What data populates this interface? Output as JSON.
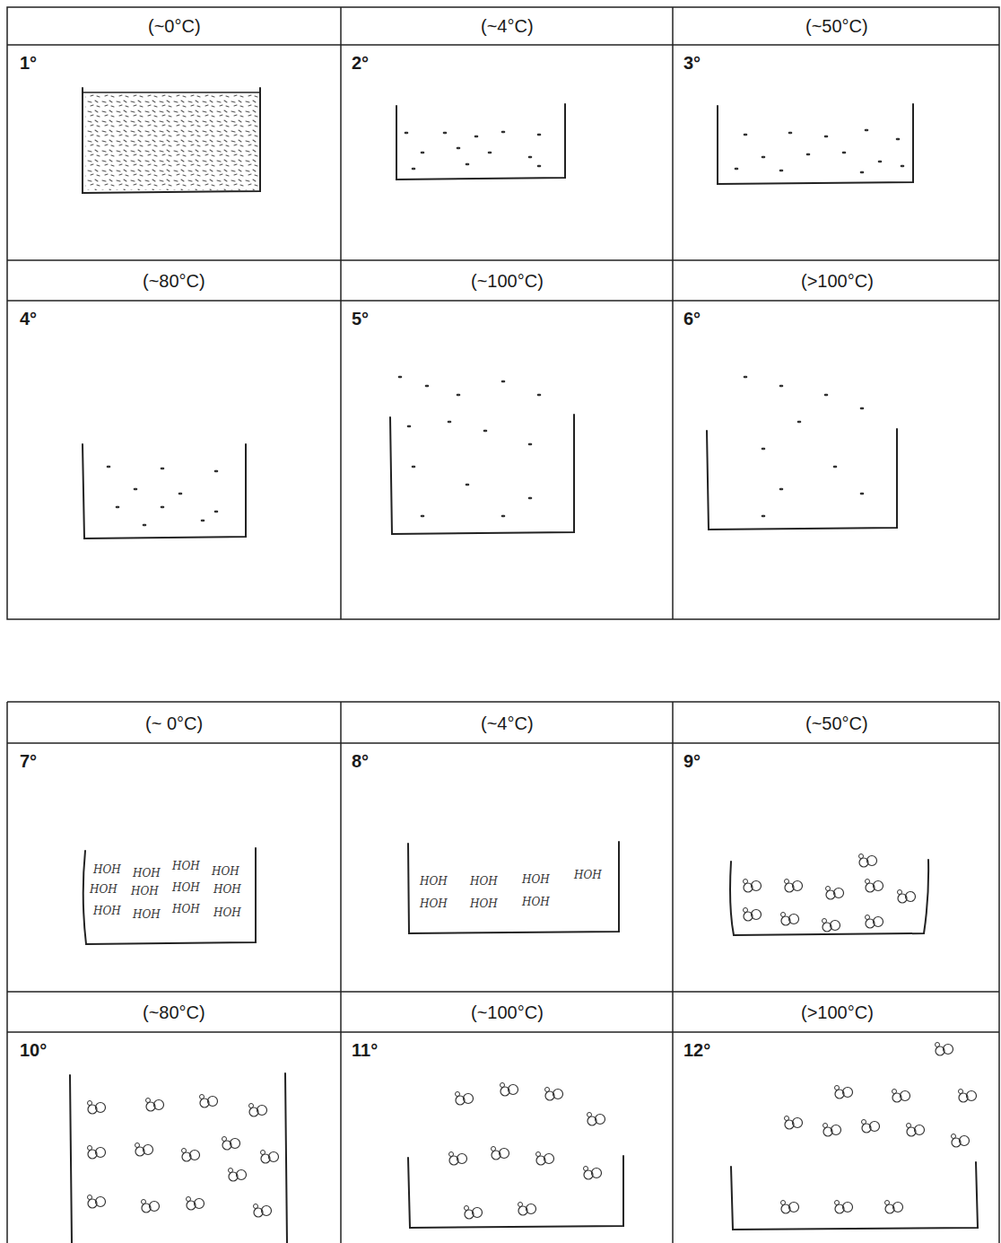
{
  "diagram": {
    "labels": [
      "(~0°C)",
      "(~4°C)",
      "(~50°C)",
      "1°",
      "2°",
      "3°",
      "(~80°C)",
      "(~100°C)",
      "(>100°C)",
      "4°",
      "5°",
      "6°",
      "(~ 0°C)",
      "(~4°C)",
      "(~50°C)",
      "7°",
      "8°",
      "9°",
      "(~80°C)",
      "(~100°C)",
      "(>100°C)",
      "10°",
      "11°",
      "12°",
      "HOH",
      "HOH",
      "HOH",
      "HOH",
      "HOH",
      "HOH",
      "HOH",
      "HOH",
      "HOH",
      "HOH",
      "HOH",
      "HOH",
      "HOH",
      "HOH",
      "HOH",
      "HOH",
      "HOH",
      "HOH",
      "HOH"
    ]
  }
}
